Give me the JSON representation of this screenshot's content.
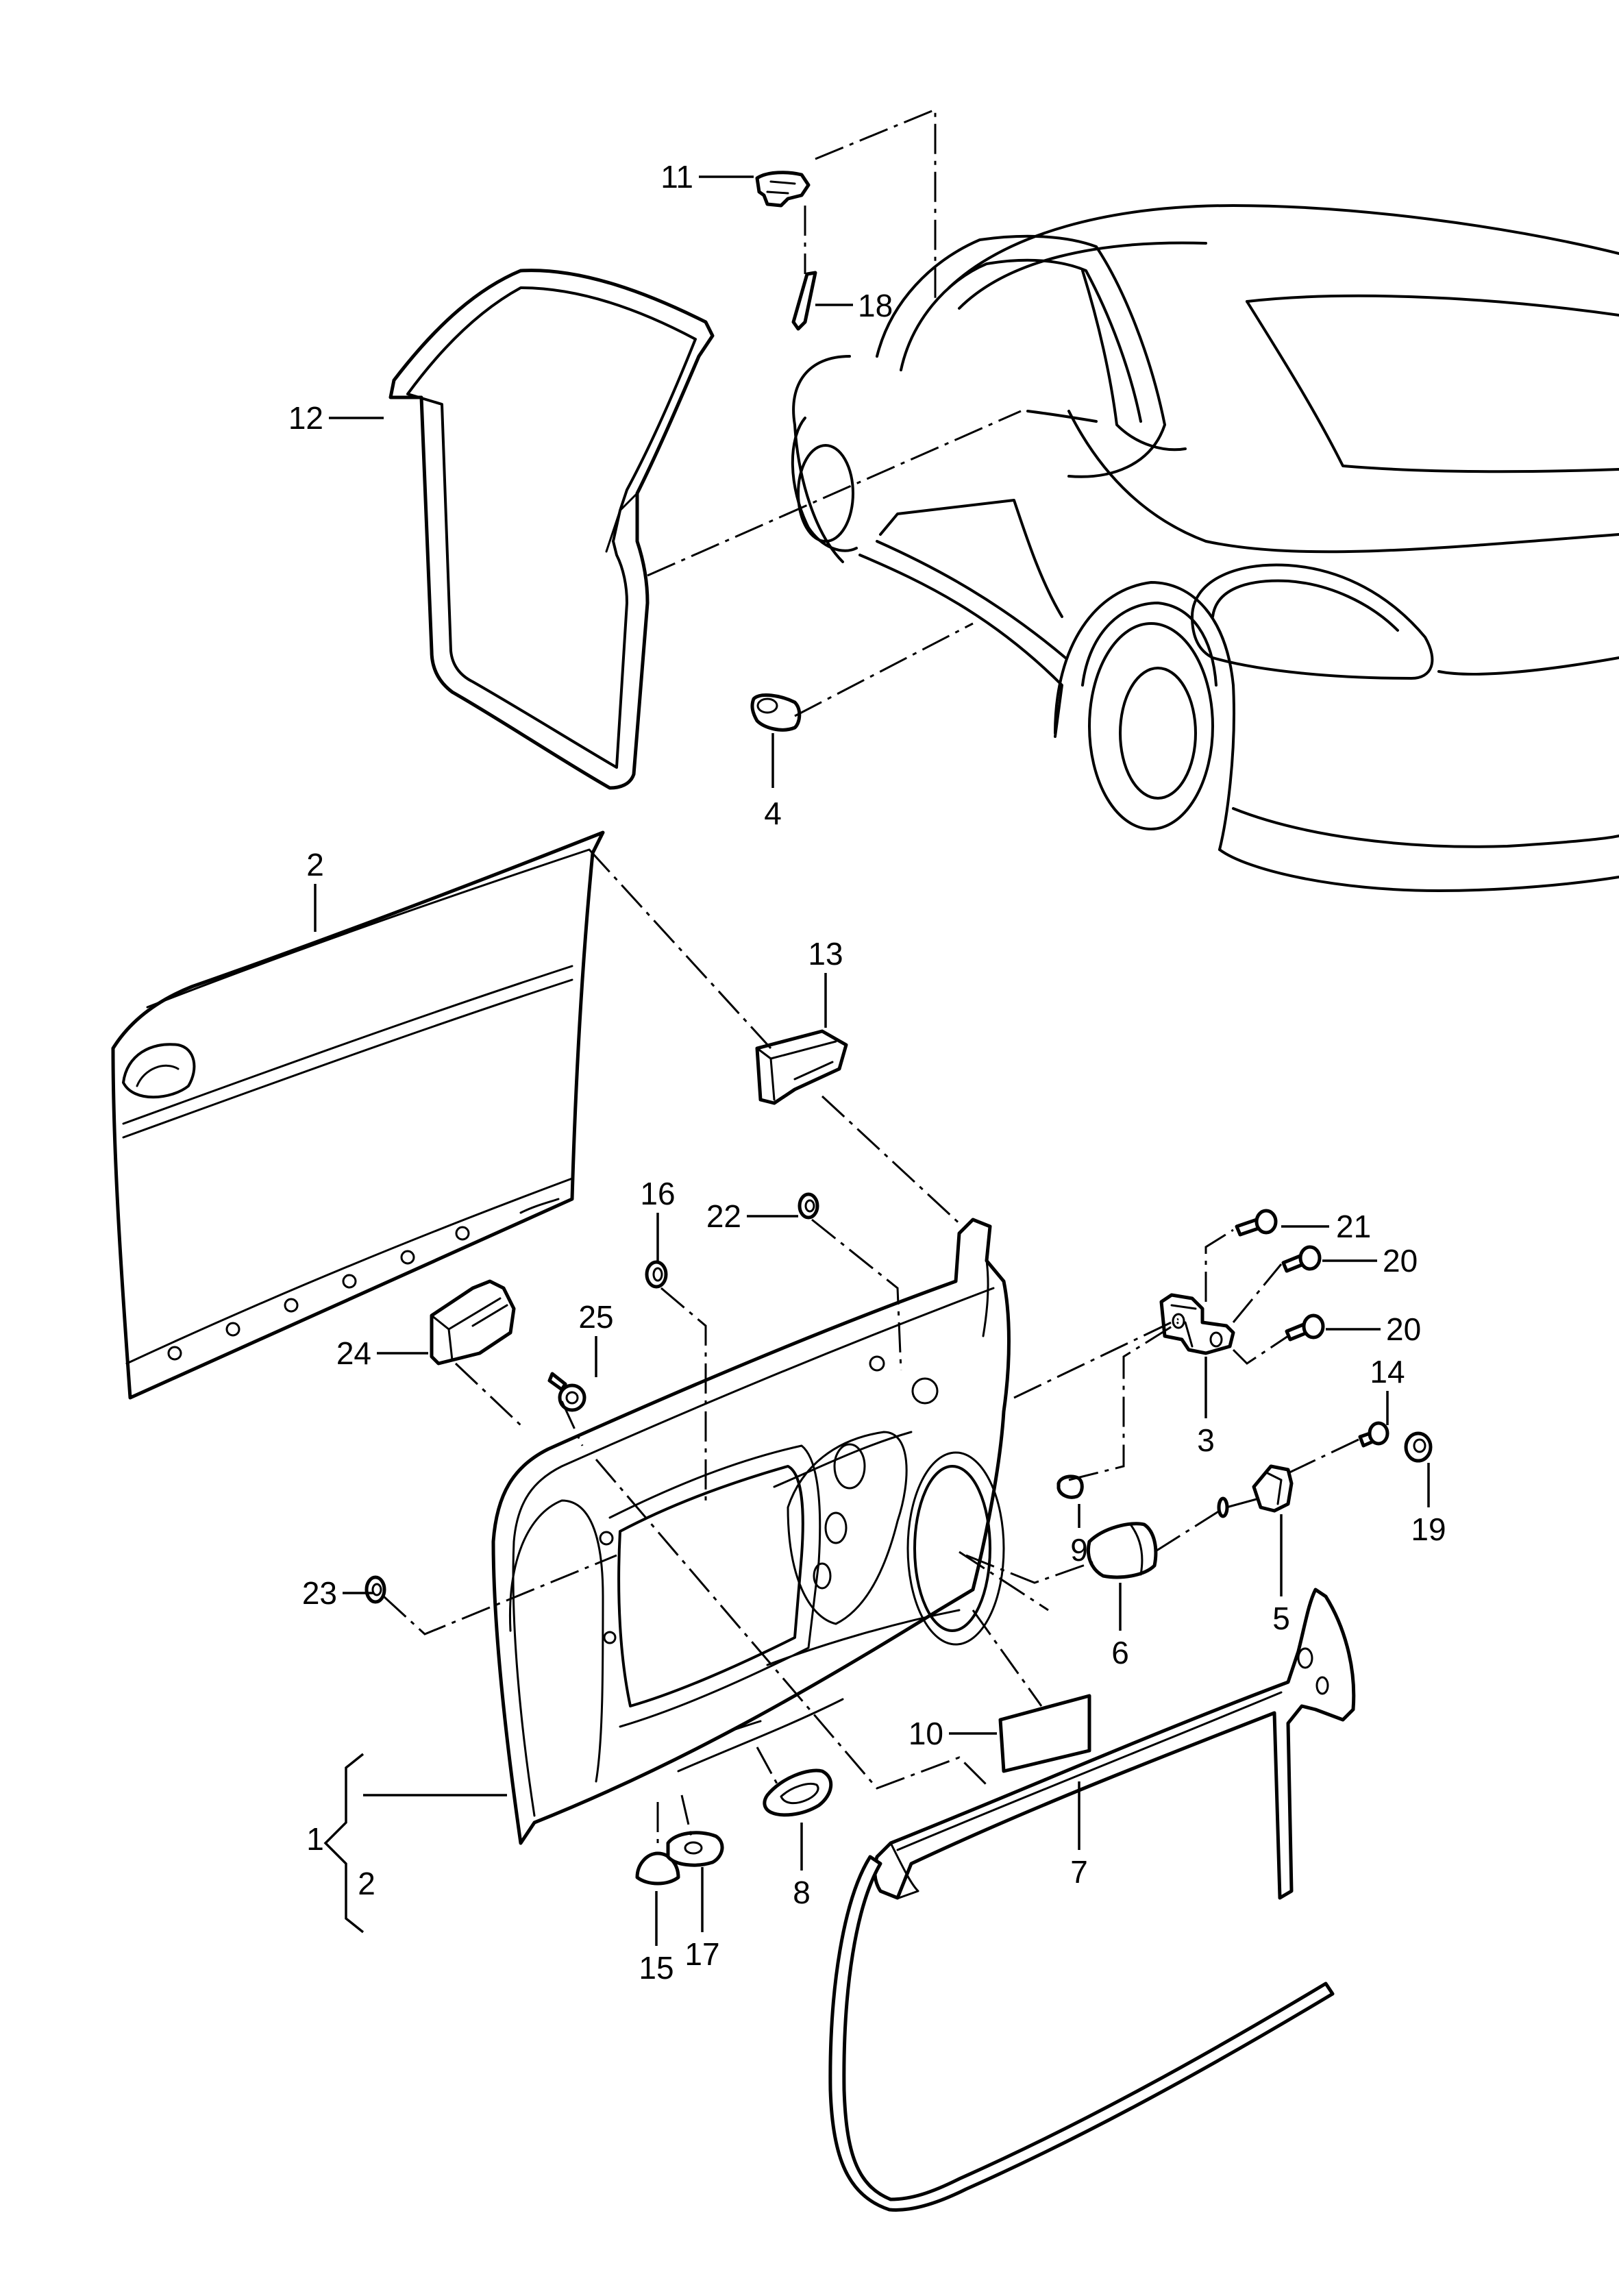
{
  "callouts": {
    "c1": "1",
    "c2": "2",
    "c2b": "2",
    "c3": "3",
    "c4": "4",
    "c5": "5",
    "c6": "6",
    "c7": "7",
    "c8": "8",
    "c9": "9",
    "c10": "10",
    "c11": "11",
    "c12": "12",
    "c13": "13",
    "c14": "14",
    "c15": "15",
    "c16": "16",
    "c17": "17",
    "c18": "18",
    "c19": "19",
    "c20a": "20",
    "c20b": "20",
    "c21": "21",
    "c22": "22",
    "c23": "23",
    "c24": "24",
    "c25": "25"
  }
}
